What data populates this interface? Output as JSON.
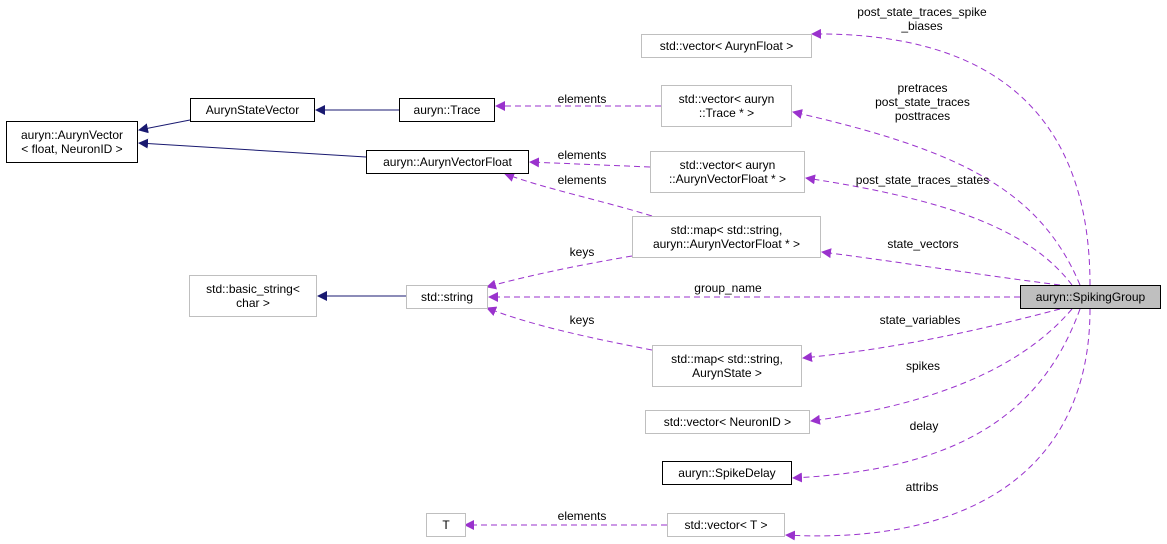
{
  "colors": {
    "collaboration": "#9a32cd",
    "inheritance": "#191970",
    "highlight_fill": "#bfbfbf"
  },
  "nodes": {
    "spiking_group": {
      "lines": [
        "auryn::SpikingGroup"
      ]
    },
    "vec_aurynfloat": {
      "lines": [
        "std::vector< AurynFloat >"
      ]
    },
    "vec_trace": {
      "lines": [
        "std::vector< auryn",
        "::Trace * >"
      ]
    },
    "vec_avf": {
      "lines": [
        "std::vector< auryn",
        "::AurynVectorFloat * >"
      ]
    },
    "map_avf": {
      "lines": [
        "std::map< std::string,",
        "auryn::AurynVectorFloat * >"
      ]
    },
    "map_state": {
      "lines": [
        "std::map< std::string,",
        "AurynState >"
      ]
    },
    "vec_neuronid": {
      "lines": [
        "std::vector< NeuronID >"
      ]
    },
    "spike_delay": {
      "lines": [
        "auryn::SpikeDelay"
      ]
    },
    "vec_t": {
      "lines": [
        "std::vector< T >"
      ]
    },
    "t": {
      "lines": [
        "T"
      ]
    },
    "string": {
      "lines": [
        "std::string"
      ]
    },
    "basic_string": {
      "lines": [
        "std::basic_string<",
        "char >"
      ]
    },
    "trace": {
      "lines": [
        "auryn::Trace"
      ]
    },
    "state_vector": {
      "lines": [
        "AurynStateVector"
      ]
    },
    "avf": {
      "lines": [
        "auryn::AurynVectorFloat"
      ]
    },
    "aurynvector": {
      "lines": [
        "auryn::AurynVector",
        "< float, NeuronID >"
      ]
    }
  },
  "edge_labels": {
    "post_state_traces_spike_biases": [
      "post_state_traces_spike",
      "_biases"
    ],
    "traces": [
      "pretraces",
      "post_state_traces",
      "posttraces"
    ],
    "post_state_traces_states": [
      "post_state_traces_states"
    ],
    "state_vectors": [
      "state_vectors"
    ],
    "group_name": [
      "group_name"
    ],
    "state_variables": [
      "state_variables"
    ],
    "spikes": [
      "spikes"
    ],
    "delay": [
      "delay"
    ],
    "attribs": [
      "attribs"
    ],
    "elements_trace": [
      "elements"
    ],
    "elements_avf": [
      "elements"
    ],
    "elements_map": [
      "elements"
    ],
    "elements_t": [
      "elements"
    ],
    "keys_map_avf": [
      "keys"
    ],
    "keys_map_state": [
      "keys"
    ]
  }
}
